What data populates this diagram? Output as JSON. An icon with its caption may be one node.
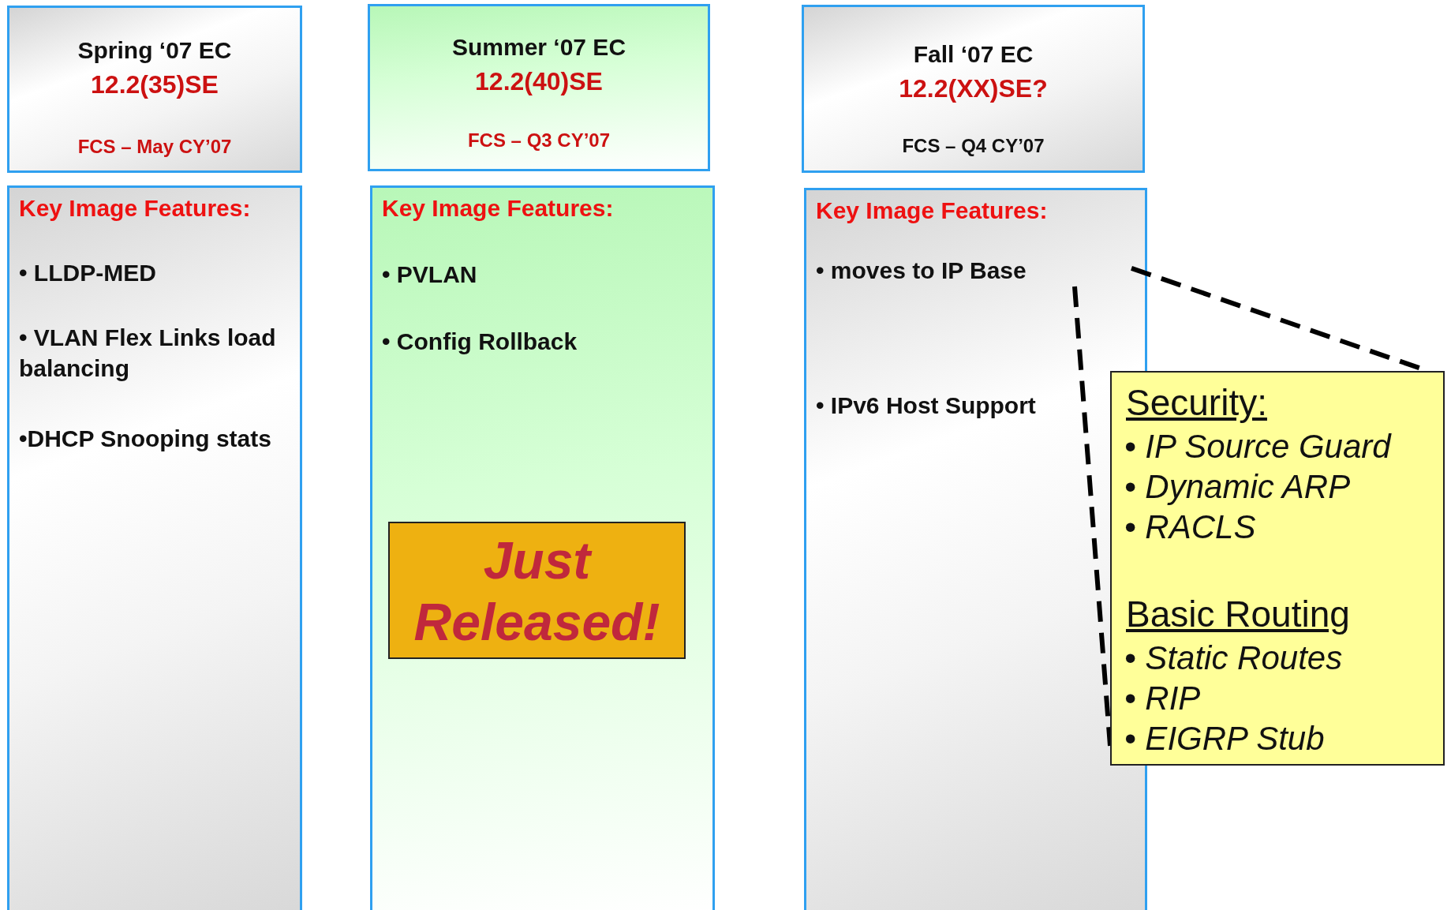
{
  "diagram": {
    "nodes": [
      {
        "text": [
          "Spring ‘07 EC",
          "12.2(35)SE",
          "FCS – May CY’07"
        ]
      },
      {
        "text": [
          "Summer ‘07 EC",
          "12.2(40)SE",
          "FCS – Q3 CY’07"
        ]
      },
      {
        "text": [
          "Fall ‘07 EC",
          "12.2(XX)SE?",
          "FCS – Q4 CY’07"
        ]
      },
      {
        "text": [
          "Key Image Features:",
          "• LLDP-MED",
          "• VLAN Flex Links load balancing",
          "•DHCP Snooping stats"
        ]
      },
      {
        "text": [
          "Key Image Features:",
          "• PVLAN",
          "• Config Rollback"
        ]
      },
      {
        "text": [
          "Just Released!"
        ],
        "in": 4
      },
      {
        "text": [
          "Key Image Features:",
          "• IPv6 Host Support"
        ]
      },
      {
        "text": [
          "• moves to IP Base"
        ],
        "in": 6
      },
      {
        "text": [
          "Security:",
          "• IP Source Guard",
          "• Dynamic ARP",
          "• RACLS",
          "Basic Routing",
          "• Static Routes",
          "• RIP",
          "• EIGRP Stub"
        ]
      }
    ],
    "edges": [
      {
        "from": 7,
        "to": 8,
        "arrow": "none",
        "style": "dashed"
      },
      {
        "from": 7,
        "to": 8,
        "arrow": "none",
        "style": "dashed"
      }
    ]
  }
}
